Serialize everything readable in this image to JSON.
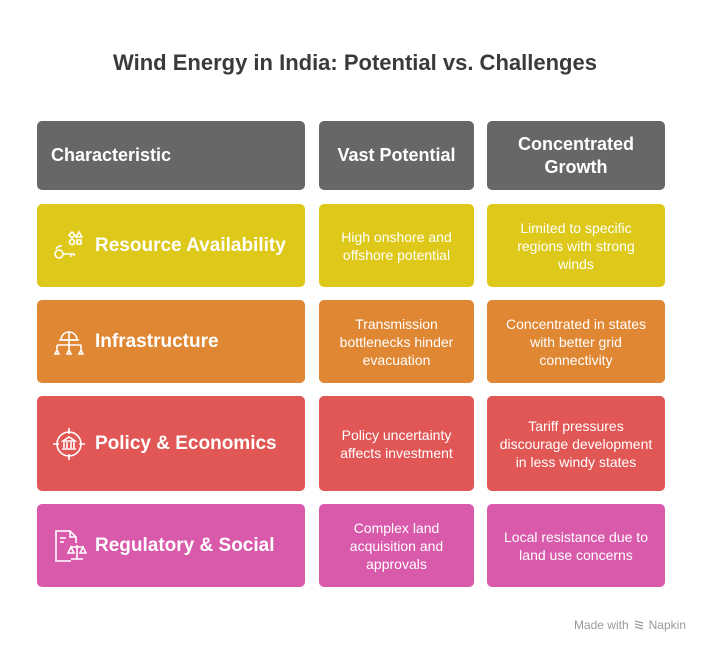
{
  "title": "Wind Energy in India: Potential vs. Challenges",
  "headers": [
    "Characteristic",
    "Vast Potential",
    "Concentrated Growth"
  ],
  "rows": [
    {
      "label": "Resource Availability",
      "icon": "key-shapes-icon",
      "potential": "High onshore and offshore potential",
      "growth": "Limited to specific regions with strong winds",
      "color": "#dec819"
    },
    {
      "label": "Infrastructure",
      "icon": "hardhat-hierarchy-icon",
      "potential": "Transmission bottlenecks hinder evacuation",
      "growth": "Concentrated in states with better grid connectivity",
      "color": "#e08733"
    },
    {
      "label": "Policy & Economics",
      "icon": "bank-target-icon",
      "potential": "Policy uncertainty affects investment",
      "growth": "Tariff pressures discourage development in less windy states",
      "color": "#e05755"
    },
    {
      "label": "Regulatory & Social",
      "icon": "document-scales-icon",
      "potential": "Complex land acquisition and approvals",
      "growth": "Local resistance due to land use concerns",
      "color": "#d959ab"
    }
  ],
  "footer": {
    "made_with": "Made with",
    "brand": "Napkin"
  }
}
